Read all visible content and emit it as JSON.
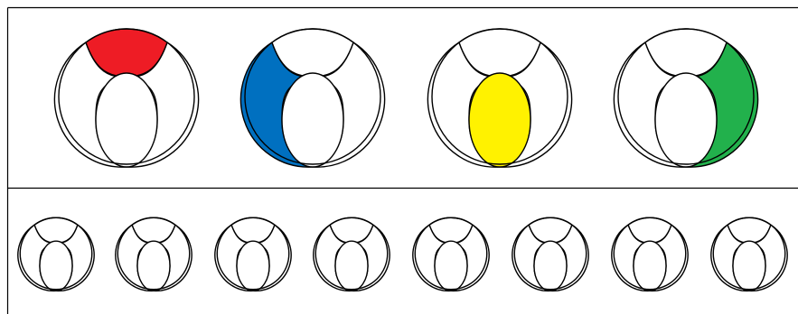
{
  "worksheet": {
    "colors": {
      "outline": "#000000",
      "background": "#ffffff",
      "empty_segment": "#ffffff"
    },
    "top_row": [
      {
        "filled_segment": "top",
        "fill_color": "#ee1c25"
      },
      {
        "filled_segment": "left",
        "fill_color": "#0070c0"
      },
      {
        "filled_segment": "center",
        "fill_color": "#fff200"
      },
      {
        "filled_segment": "right",
        "fill_color": "#22b14c"
      }
    ],
    "bottom_row": [
      {
        "filled_segment": "none"
      },
      {
        "filled_segment": "none"
      },
      {
        "filled_segment": "none"
      },
      {
        "filled_segment": "none"
      },
      {
        "filled_segment": "none"
      },
      {
        "filled_segment": "none"
      },
      {
        "filled_segment": "none"
      },
      {
        "filled_segment": "none"
      }
    ]
  }
}
